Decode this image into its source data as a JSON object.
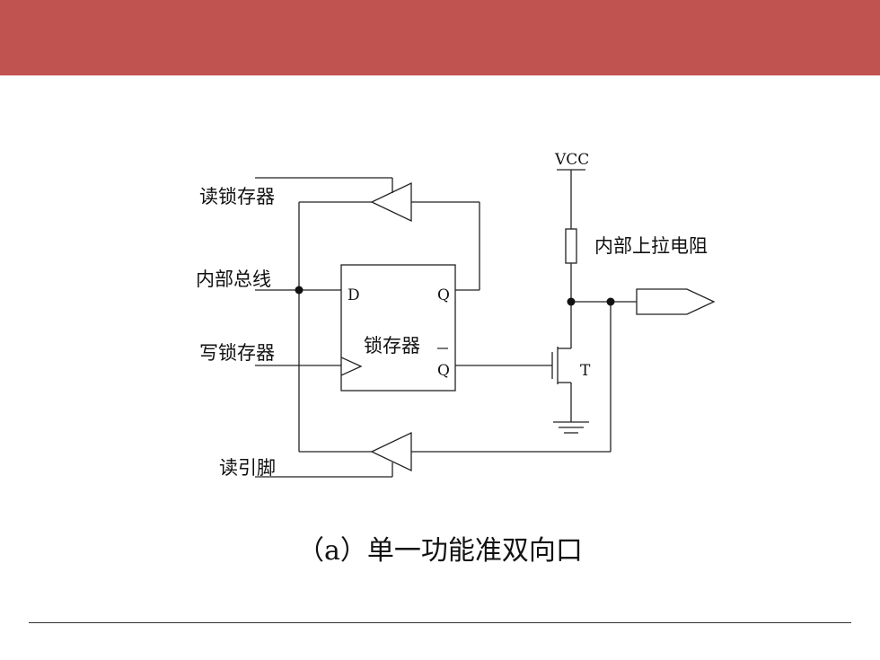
{
  "colors": {
    "banner": "#c0524f",
    "line": "#222222"
  },
  "labels": {
    "read_latch": "读锁存器",
    "internal_bus": "内部总线",
    "write_latch": "写锁存器",
    "read_pin": "读引脚",
    "latch": "锁存器",
    "d_pin": "D",
    "q_pin": "Q",
    "qbar_pin": "Q",
    "vcc": "VCC",
    "pullup": "内部上拉电阻",
    "transistor": "T"
  },
  "caption": "（a）单一功能准双向口"
}
